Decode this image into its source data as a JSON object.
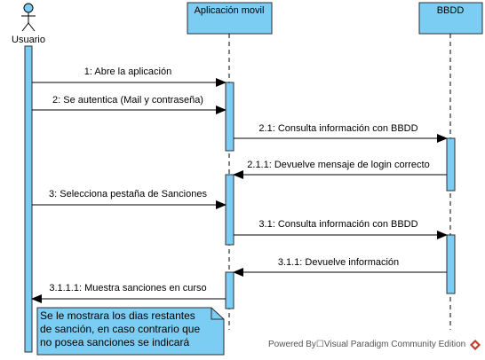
{
  "colors": {
    "fill": "#7ccdf4",
    "stroke": "#2f2f2f",
    "lifeline": "#000000",
    "note_fill": "#7ccdf4",
    "watermark_logo": "#c0392b"
  },
  "actor": {
    "name": "Usuario",
    "icon": "stick-figure-icon"
  },
  "lifelines": [
    {
      "label": "Aplicación movil"
    },
    {
      "label": "BBDD"
    }
  ],
  "messages": [
    {
      "label": "1: Abre la aplicación",
      "kind": "sync"
    },
    {
      "label": "2: Se autentica (Mail y contraseña)",
      "kind": "sync"
    },
    {
      "label": "2.1: Consulta información con BBDD",
      "kind": "sync"
    },
    {
      "label": "2.1.1: Devuelve mensaje de login correcto",
      "kind": "return"
    },
    {
      "label": "3: Selecciona pestaña de Sanciones",
      "kind": "sync"
    },
    {
      "label": "3.1: Consulta información con BBDD",
      "kind": "sync"
    },
    {
      "label": "3.1.1: Devuelve información",
      "kind": "return"
    },
    {
      "label": "3.1.1.1: Muestra sanciones en curso",
      "kind": "return"
    }
  ],
  "note": {
    "lines": [
      "Se le mostrara los dias restantes",
      "de sanción, en caso contrario que",
      "no posea sanciones se indicará"
    ]
  },
  "watermark": {
    "text": "Powered By☐Visual Paradigm Community Edition",
    "icon": "visual-paradigm-logo-icon"
  }
}
